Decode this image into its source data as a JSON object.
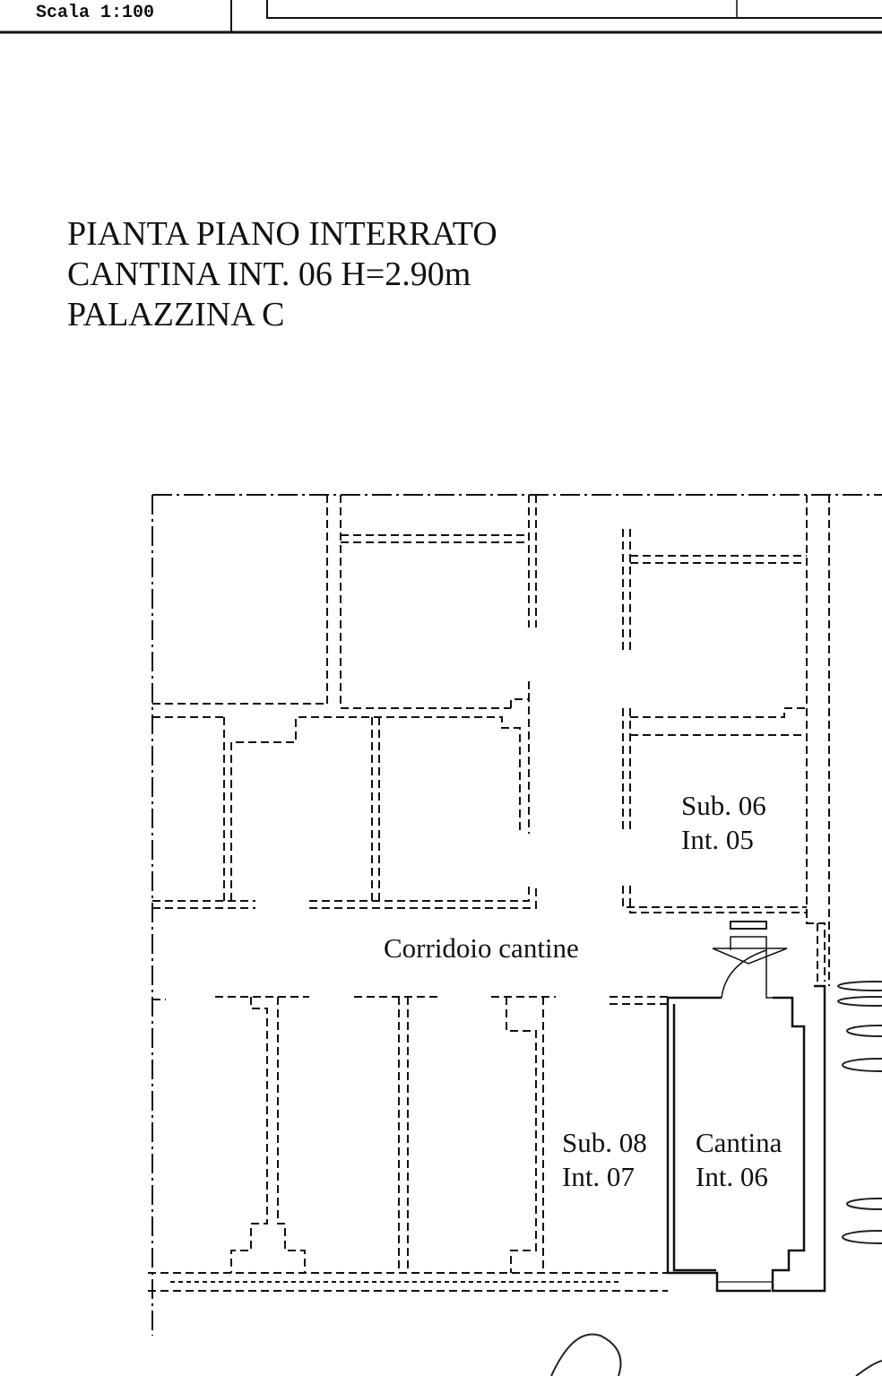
{
  "header": {
    "scale": "Scala 1:100"
  },
  "title": {
    "line1": "PIANTA PIANO INTERRATO",
    "line2": "CANTINA  INT. 06  H=2.90m",
    "line3": "PALAZZINA C"
  },
  "rooms": {
    "sub06": {
      "line1": "Sub. 06",
      "line2": "Int. 05"
    },
    "corridor": "Corridoio cantine",
    "sub08": {
      "line1": "Sub. 08",
      "line2": "Int. 07"
    },
    "cantina": {
      "line1": "Cantina",
      "line2": "Int. 06"
    }
  }
}
